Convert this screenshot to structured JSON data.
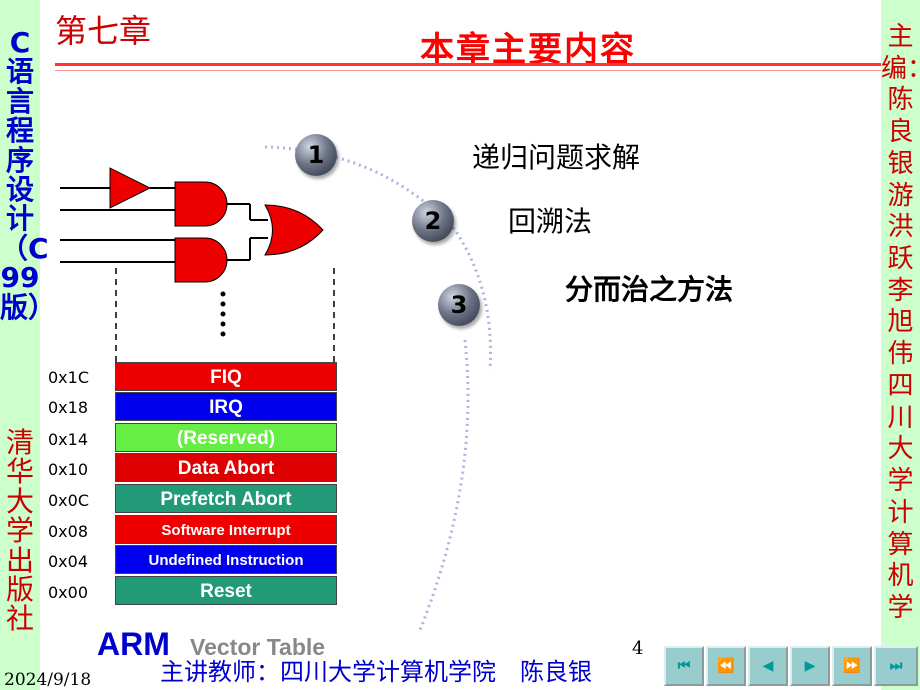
{
  "left_sidebar": {
    "top_text": "C语言程序设计（C99版）",
    "bottom_text": "清华大学出版社"
  },
  "right_sidebar": {
    "text": "主编：陈良银 游洪跃 李旭伟 四川大学计算机学"
  },
  "header": {
    "chapter": "第七章",
    "title": "本章主要内容"
  },
  "topics": [
    {
      "number": "1",
      "label": "递归问题求解"
    },
    {
      "number": "2",
      "label": "回溯法"
    },
    {
      "number": "3",
      "label": "分而治之方法"
    }
  ],
  "vector_table": {
    "rows": [
      {
        "address": "0x1C",
        "label": "FIQ",
        "color": "#ee0000"
      },
      {
        "address": "0x18",
        "label": "IRQ",
        "color": "#0000ee"
      },
      {
        "address": "0x14",
        "label": "(Reserved)",
        "color": "#66ee44"
      },
      {
        "address": "0x10",
        "label": "Data Abort",
        "color": "#dd0000"
      },
      {
        "address": "0x0C",
        "label": "Prefetch Abort",
        "color": "#229977"
      },
      {
        "address": "0x08",
        "label": "Software Interrupt",
        "color": "#ee0000"
      },
      {
        "address": "0x04",
        "label": "Undefined Instruction",
        "color": "#0000ee"
      },
      {
        "address": "0x00",
        "label": "Reset",
        "color": "#229977"
      }
    ],
    "caption_brand": "ARM",
    "caption_text": "Vector Table"
  },
  "footer": {
    "page_number": "4",
    "date": "2024/9/18",
    "teacher": "主讲教师：四川大学计算机学院　陈良银"
  },
  "nav_buttons": [
    {
      "name": "first-slide-icon",
      "glyph": "⏮"
    },
    {
      "name": "rewind-icon",
      "glyph": "⏪"
    },
    {
      "name": "prev-slide-icon",
      "glyph": "◀"
    },
    {
      "name": "next-slide-icon",
      "glyph": "▶"
    },
    {
      "name": "fast-forward-icon",
      "glyph": "⏩"
    },
    {
      "name": "last-slide-icon",
      "glyph": "⏭"
    }
  ]
}
